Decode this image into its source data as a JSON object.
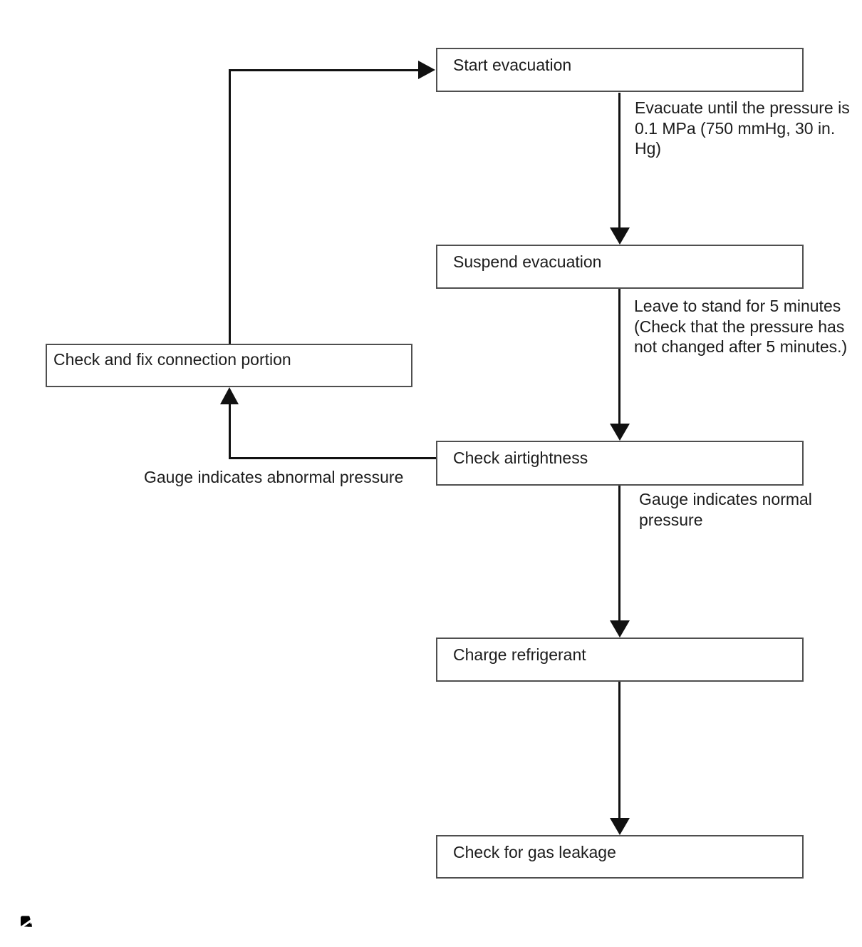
{
  "flowchart": {
    "boxes": [
      {
        "label": "Start evacuation"
      },
      {
        "label": "Suspend evacuation"
      },
      {
        "label": "Check airtightness"
      },
      {
        "label": "Charge refrigerant"
      },
      {
        "label": "Check for gas leakage"
      },
      {
        "label": "Check and fix connection portion"
      }
    ],
    "edge_labels": [
      {
        "lines": [
          "Evacuate until the pressure is",
          "0.1 MPa (750 mmHg, 30 in.",
          "Hg)"
        ]
      },
      {
        "lines": [
          "Leave to stand for 5 minutes",
          "(Check that the pressure has",
          "not changed after 5 minutes.)"
        ]
      },
      {
        "lines": [
          "Gauge indicates normal",
          "pressure"
        ]
      },
      {
        "lines": [
          "Gauge indicates abnormal pressure"
        ]
      }
    ],
    "icons": [
      {
        "name": "image-placeholder-icon"
      }
    ],
    "colors": {
      "background": "#ffffff",
      "box_border": "#4f4f4f",
      "connector": "#111111",
      "text": "#1c1c1c"
    }
  }
}
